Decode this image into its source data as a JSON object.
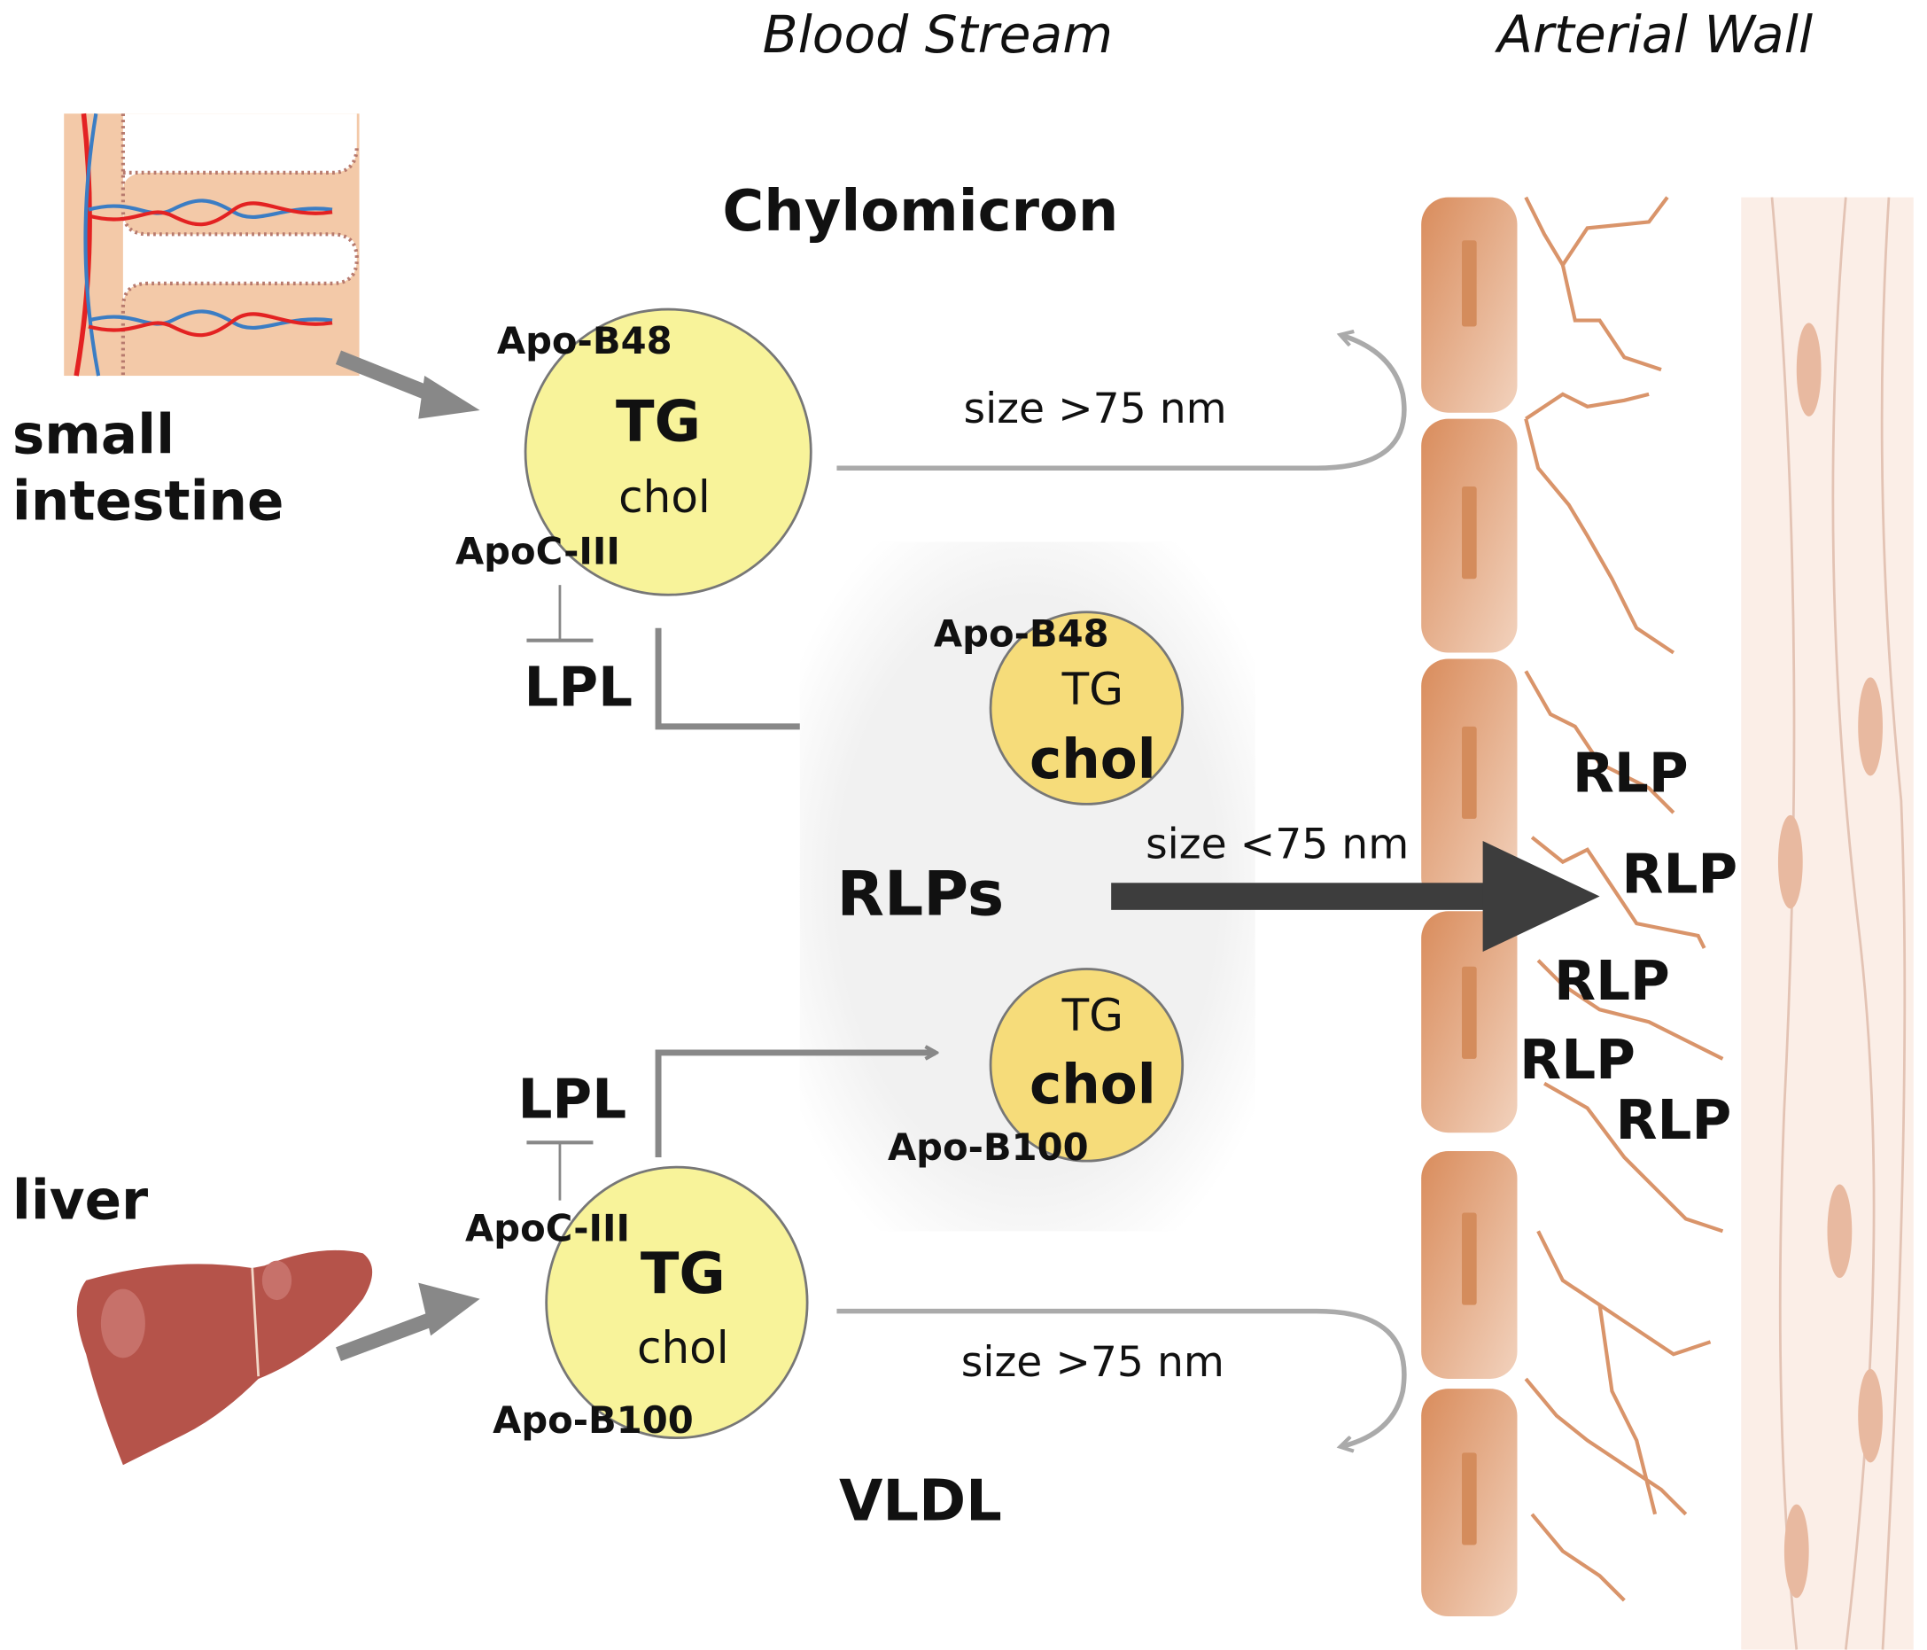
{
  "headers": {
    "blood_stream": "Blood Stream",
    "arterial_wall": "Arterial Wall"
  },
  "sources": {
    "small_intestine_line1": "small",
    "small_intestine_line2": "intestine",
    "liver": "liver"
  },
  "chylomicron": {
    "title": "Chylomicron",
    "apo_top": "Apo-B48",
    "tg": "TG",
    "chol": "chol",
    "apoc": "ApoC-III",
    "lpl": "LPL",
    "size_label": "size >75 nm"
  },
  "vldl": {
    "title": "VLDL",
    "apoc": "ApoC-III",
    "tg": "TG",
    "chol": "chol",
    "apo_bottom": "Apo-B100",
    "lpl": "LPL",
    "size_label": "size >75 nm"
  },
  "rlps": {
    "title": "RLPs",
    "upper": {
      "apo": "Apo-B48",
      "tg": "TG",
      "chol": "chol"
    },
    "lower": {
      "apo": "Apo-B100",
      "tg": "TG",
      "chol": "chol"
    },
    "size_label": "size <75 nm"
  },
  "wall_labels": [
    "RLP",
    "RLP",
    "RLP",
    "RLP",
    "RLP"
  ],
  "colors": {
    "particle_large": "#f8f39a",
    "particle_small": "#f6dc7a",
    "arrow_gray": "#888888",
    "arrow_dark": "#3d3d3d",
    "endothelium": "#dc9a6e",
    "fiber": "#d9946a",
    "liver": "#b5534a"
  }
}
